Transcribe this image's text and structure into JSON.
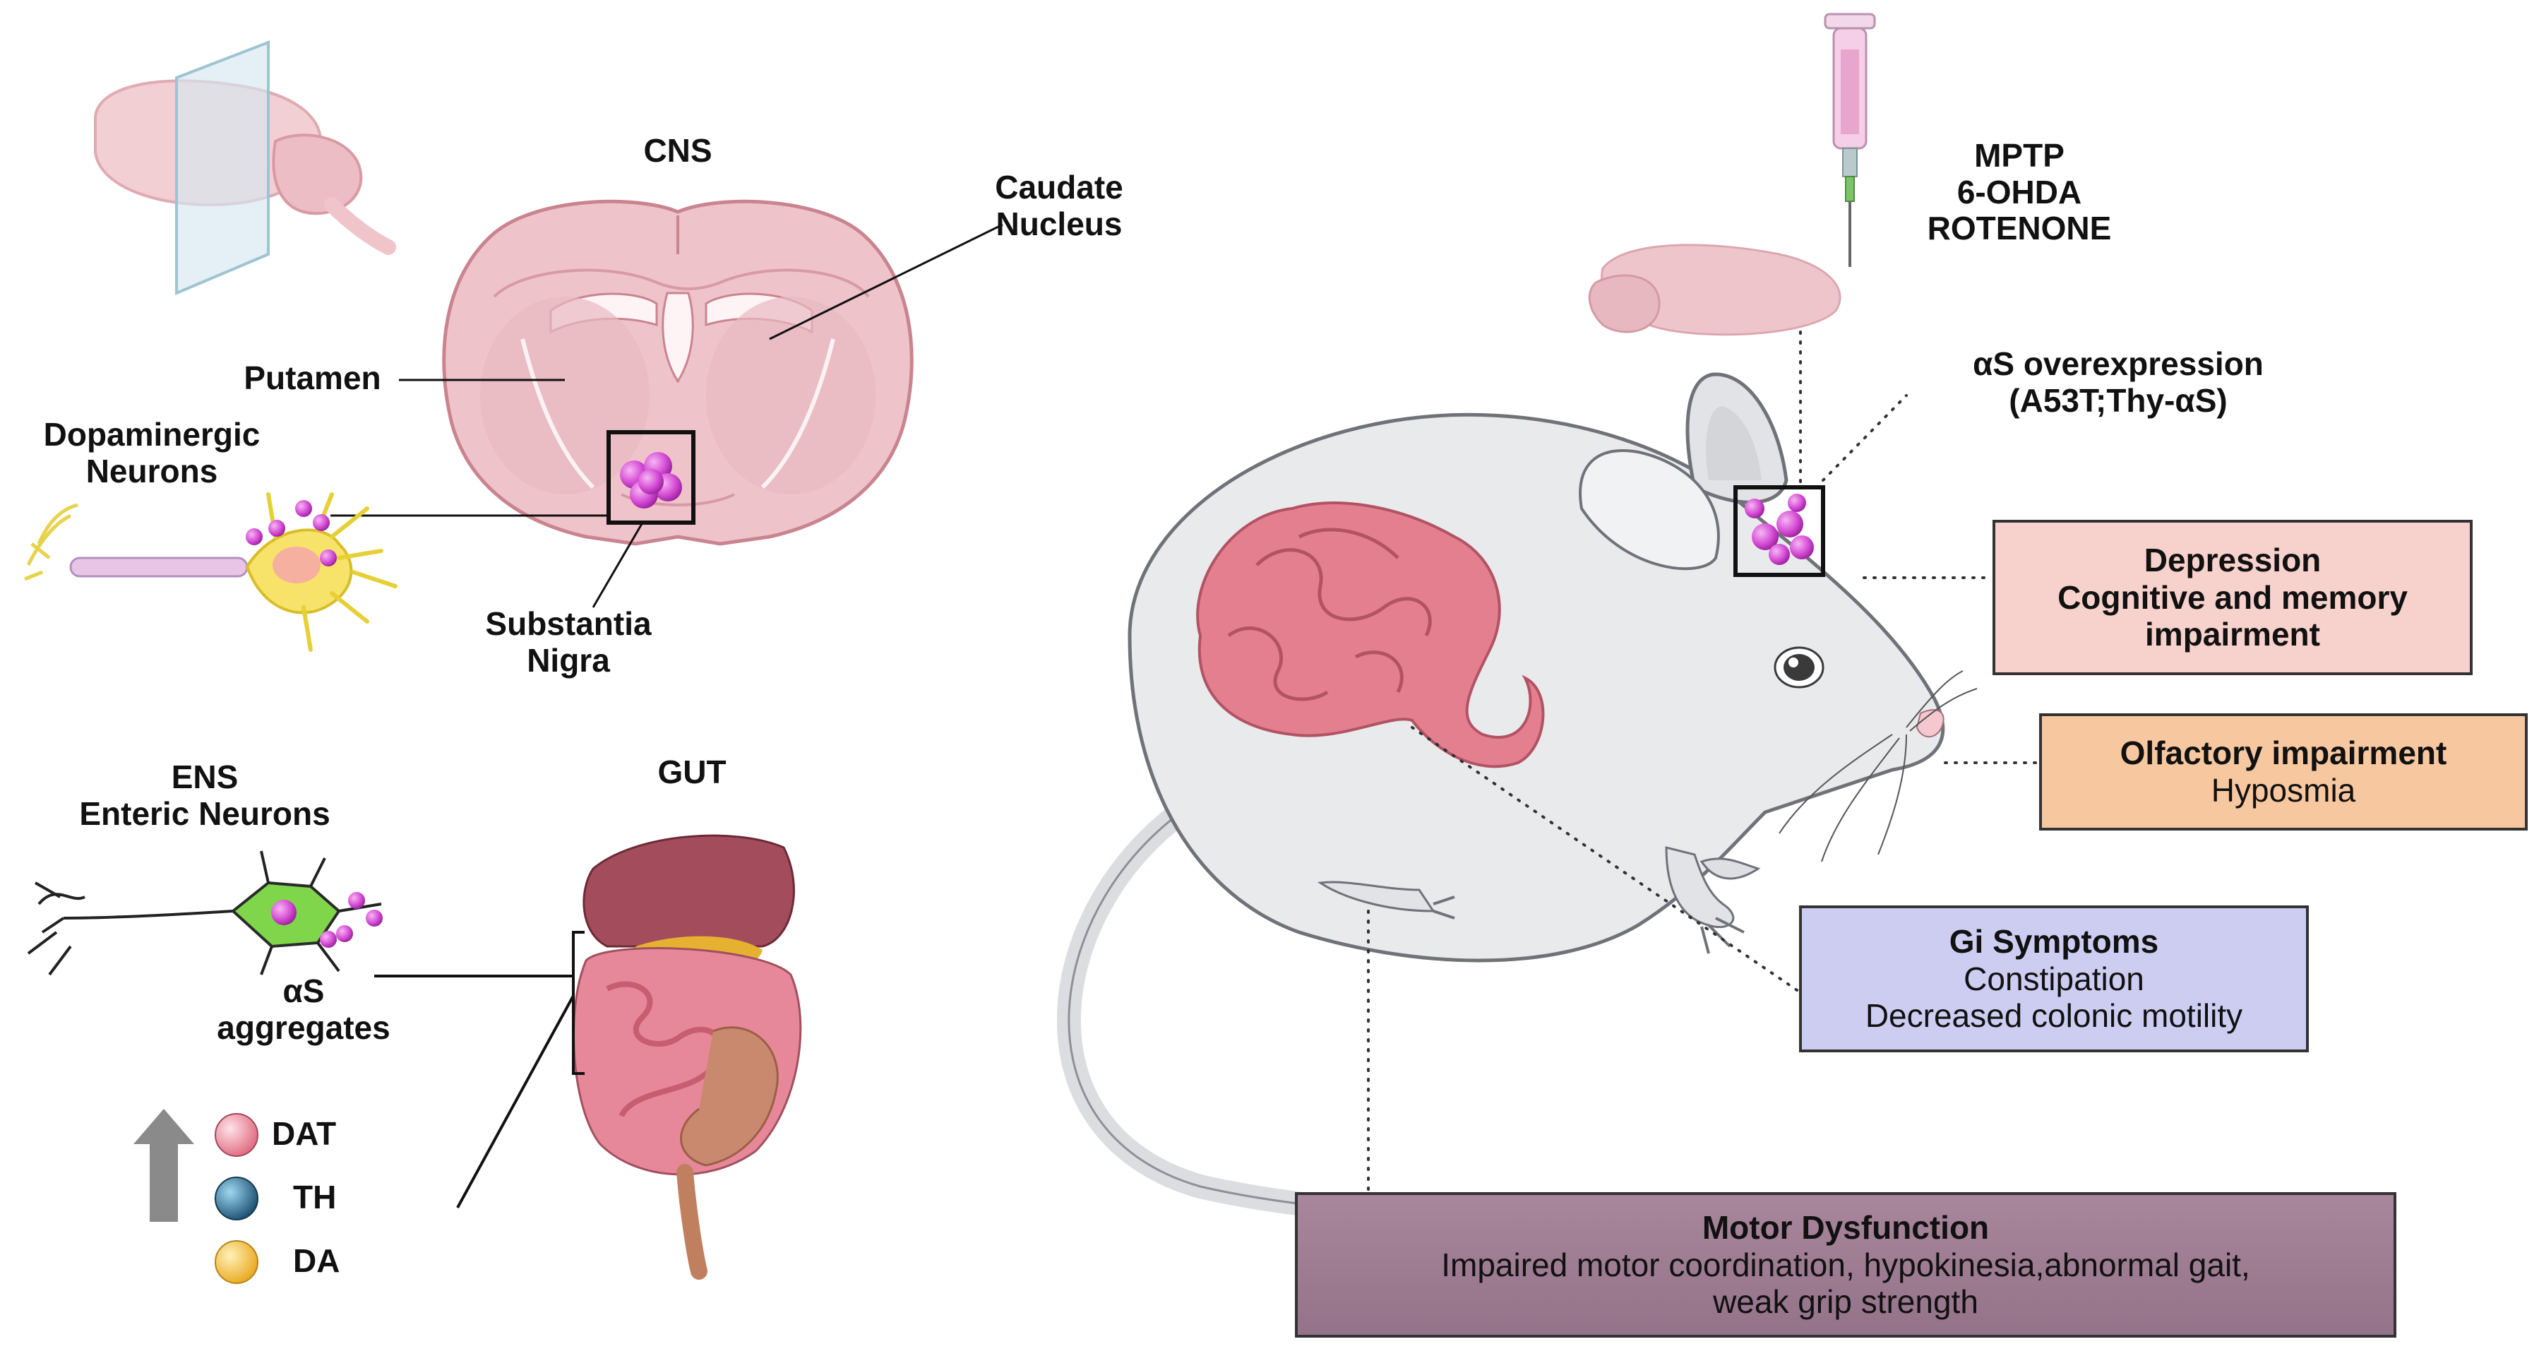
{
  "colors": {
    "brain_fill": "#efc3ca",
    "brain_line": "#c9848f",
    "aggregate": "#d64fd6",
    "mouse_body": "#e9eaec",
    "intestine": "#e07d8c",
    "depression_box": "#f7d1cc",
    "olfactory_box": "#f7c8a0",
    "gi_box": "#cdcdf2",
    "motor_box": "#9c7a90",
    "dat": "#f18e9e",
    "th": "#2a6f97",
    "da": "#f6c23e"
  },
  "cns": {
    "title": "CNS",
    "caudate": [
      "Caudate",
      "Nucleus"
    ],
    "putamen": "Putamen",
    "dopaminergic": [
      "Dopaminergic",
      "Neurons"
    ],
    "substantia": [
      "Substantia",
      "Nigra"
    ]
  },
  "ens": {
    "title": [
      "ENS",
      "Enteric Neurons"
    ],
    "aggregates": [
      "αS",
      "aggregates"
    ]
  },
  "gut": {
    "title": "GUT"
  },
  "legend": {
    "arrow_icon": "up-arrow-icon",
    "items": [
      {
        "label": "DAT",
        "color": "#f18e9e"
      },
      {
        "label": "TH",
        "color": "#2a6f97"
      },
      {
        "label": "DA",
        "color": "#f6c23e"
      }
    ]
  },
  "toxins": [
    "MPTP",
    "6-OHDA",
    "ROTENONE"
  ],
  "overexpression": [
    "αS overexpression",
    "(A53T;Thy-αS)"
  ],
  "symptoms": {
    "depression": {
      "title": "Depression",
      "lines": [
        "Cognitive and memory",
        "impairment"
      ]
    },
    "olfactory": {
      "title": "Olfactory impairment",
      "lines": [
        "Hyposmia"
      ]
    },
    "gi": {
      "title": "Gi Symptoms",
      "lines": [
        "Constipation",
        "Decreased colonic motility"
      ]
    },
    "motor": {
      "title": "Motor Dysfunction",
      "lines": [
        "Impaired motor coordination, hypokinesia,abnormal gait,",
        "weak grip strength"
      ]
    }
  }
}
